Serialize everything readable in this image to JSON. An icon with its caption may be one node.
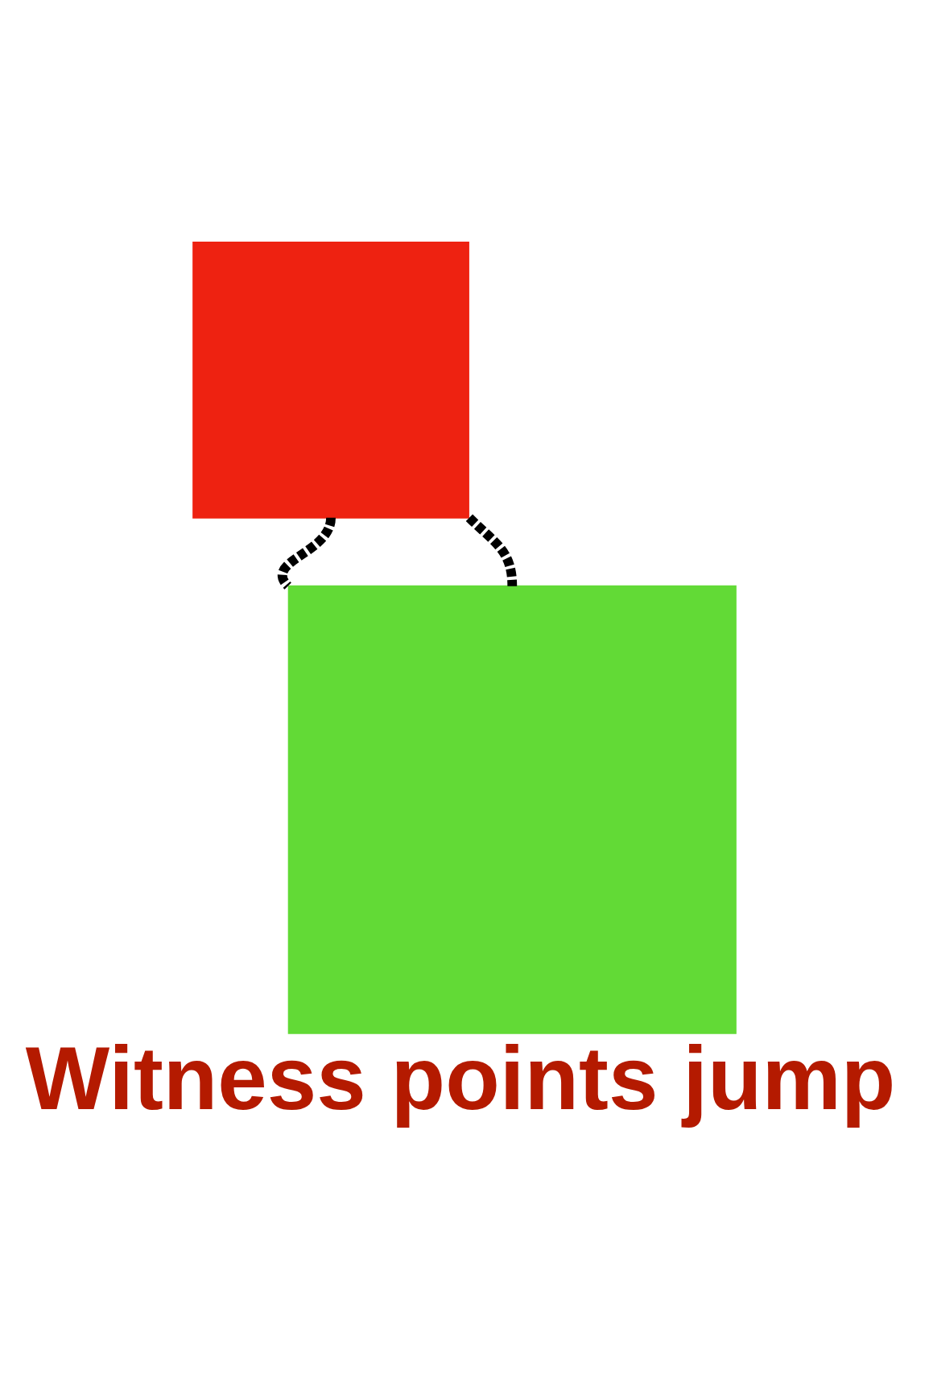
{
  "diagram": {
    "title": "Witness points jump",
    "nodes": [
      {
        "text": [],
        "shape": "box"
      },
      {
        "text": [],
        "shape": "box"
      }
    ],
    "edges": [
      {
        "from": 0,
        "to": 1,
        "arrow": "none",
        "style": "dashed"
      },
      {
        "from": 0,
        "to": 1,
        "arrow": "none",
        "style": "dashed"
      }
    ]
  }
}
